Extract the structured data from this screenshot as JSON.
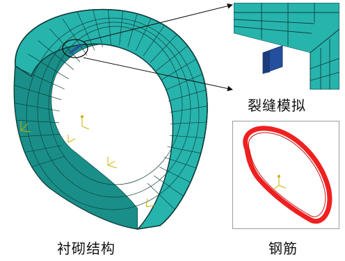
{
  "labels": {
    "crack_simulation": "裂缝模拟",
    "rebar": "钢筋",
    "lining_structure": "衬砌结构"
  },
  "colors": {
    "mesh_fill": "#27b4ad",
    "mesh_fill_dark": "#1a8f89",
    "mesh_line": "#0f3f3c",
    "crack_element": "#244f9e",
    "rebar": "#ef2020",
    "axis_triad": "#c8b200"
  },
  "icons": {
    "crack_marker": "ellipse-callout",
    "axis": "coordinate-triad-icon"
  }
}
